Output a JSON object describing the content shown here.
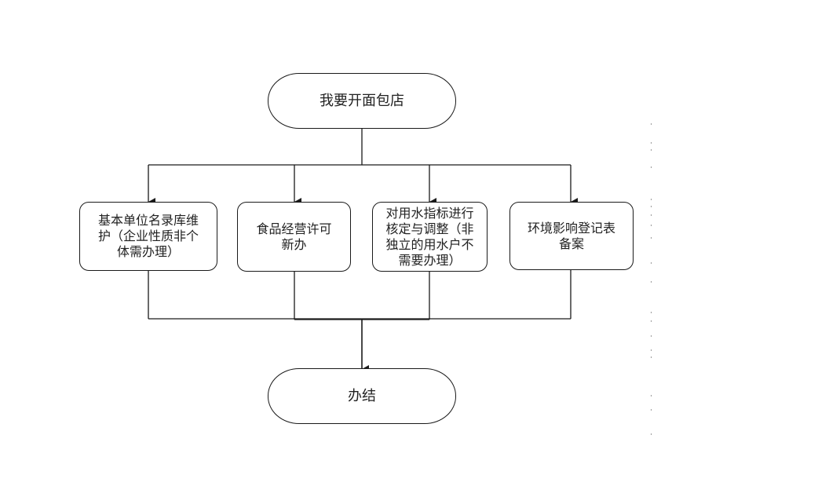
{
  "diagram": {
    "type": "flowchart",
    "start": {
      "id": "start",
      "label": "我要开面包店",
      "shape": "terminal"
    },
    "processes": [
      {
        "id": "p1",
        "label": "基本单位名录库维护（企业性质非个体需办理）",
        "lines": [
          "基本单位名录库维",
          "护（企业性质非个",
          "体需办理）"
        ]
      },
      {
        "id": "p2",
        "label": "食品经营许可新办",
        "lines": [
          "食品经营许可",
          "新办"
        ]
      },
      {
        "id": "p3",
        "label": "对用水指标进行核定与调整（非独立的用水户不需要办理）",
        "lines": [
          "对用水指标进行",
          "核定与调整（非",
          "独立的用水户不",
          "需要办理）"
        ]
      },
      {
        "id": "p4",
        "label": "环境影响登记表备案",
        "lines": [
          "环境影响登记表",
          "备案"
        ]
      }
    ],
    "end": {
      "id": "end",
      "label": "办结",
      "shape": "terminal"
    },
    "edges": [
      {
        "from": "start",
        "to": "p1"
      },
      {
        "from": "start",
        "to": "p2"
      },
      {
        "from": "start",
        "to": "p3"
      },
      {
        "from": "start",
        "to": "p4"
      },
      {
        "from": "p1",
        "to": "end"
      },
      {
        "from": "p2",
        "to": "end"
      },
      {
        "from": "p3",
        "to": "end"
      },
      {
        "from": "p4",
        "to": "end"
      }
    ],
    "colors": {
      "stroke": "#1a1a1a",
      "text": "#222222",
      "background": "#ffffff"
    }
  }
}
